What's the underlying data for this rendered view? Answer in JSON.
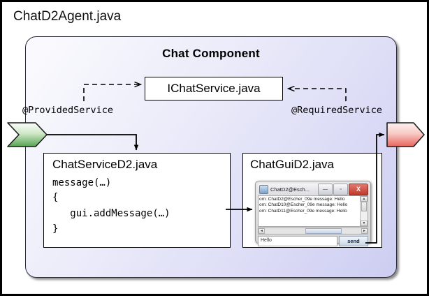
{
  "diagram": {
    "agent_title": "ChatD2Agent.java",
    "component_title": "Chat Component",
    "interface_box": {
      "label": "IChatService.java"
    },
    "annotations": {
      "provided": "@ProvidedService",
      "required": "@RequiredService"
    },
    "ports": {
      "provided": {
        "name": "provided-service-port",
        "color": "#7fc07f",
        "shape": "chevron"
      },
      "required": {
        "name": "required-service-port",
        "color": "#f08a8a",
        "shape": "arrow-pentagon"
      }
    },
    "service_class": {
      "name": "ChatServiceD2.java",
      "code_lines": [
        "message(…)",
        "{",
        "   gui.addMessage(…)",
        "}"
      ]
    },
    "gui_class": {
      "name": "ChatGuiD2.java"
    }
  },
  "chat_window": {
    "title": "ChatD2@Esch...",
    "buttons": {
      "minimize": "—",
      "maximize": "▫",
      "close": "X"
    },
    "messages": [
      "om: ChatD2@Escher_09e message: Hello",
      "om: ChatD10@Escher_09e message: Hello",
      "om: ChatD11@Escher_09e message: Hello"
    ],
    "input_value": "Hello",
    "send_label": "send",
    "scroll_up": "▲",
    "scroll_down": "▼",
    "scroll_left": "◄",
    "scroll_right": "►"
  },
  "colors": {
    "component_fill": "#dcdcf6",
    "border": "#000000",
    "provided_green": "#7fc07f",
    "required_red": "#f08a8a"
  }
}
